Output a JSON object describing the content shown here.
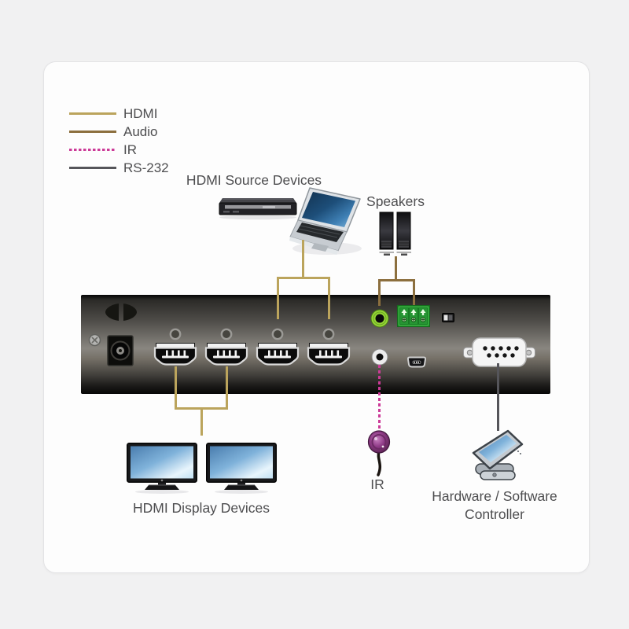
{
  "colors": {
    "page_background": "#f1f1f2",
    "card_background": "#fdfdfd",
    "hdmi_line": "#bba45c",
    "audio_line": "#8c6f3e",
    "ir_line": "#cc3a98",
    "rs232_line": "#55555a",
    "panel_metal_dark": "#1b1a18",
    "audio_jack_green": "#95d435",
    "terminal_block_green": "#3cbb45",
    "ir_receiver_purple": "#8e3a86",
    "screen_blue": "#6aa2ce"
  },
  "legend": {
    "items": [
      {
        "label": "HDMI",
        "color": "#bba45c",
        "style": "solid"
      },
      {
        "label": "Audio",
        "color": "#8c6f3e",
        "style": "solid"
      },
      {
        "label": "IR",
        "color": "#cc3a98",
        "style": "dashed"
      },
      {
        "label": "RS-232",
        "color": "#55555a",
        "style": "solid"
      }
    ]
  },
  "labels": {
    "source_devices": "HDMI Source Devices",
    "speakers": "Speakers",
    "display_devices": "HDMI Display Devices",
    "ir_receiver": "IR",
    "controller_line1": "Hardware / Software",
    "controller_line2": "Controller"
  },
  "icons": {
    "devices": [
      "dvd-player-icon",
      "laptop-icon",
      "speakers-icon",
      "monitor-icon",
      "ir-receiver-icon",
      "touch-controller-icon"
    ],
    "panel_ports": [
      "vent-icon",
      "ground-screw-icon",
      "dc-power-jack",
      "hdmi-port",
      "audio-jack-green",
      "terminal-block-3pin",
      "slide-switch",
      "ir-jack",
      "mini-usb-port",
      "db9-serial-port"
    ]
  }
}
